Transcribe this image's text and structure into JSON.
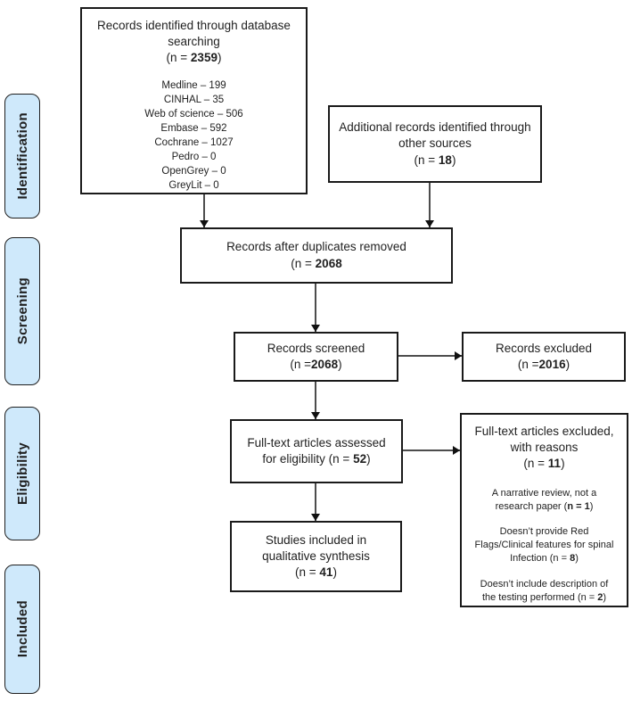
{
  "sidebar": {
    "stages": [
      {
        "label": "Identification"
      },
      {
        "label": "Screening"
      },
      {
        "label": "Eligibility"
      },
      {
        "label": "Included"
      }
    ]
  },
  "boxes": {
    "database": {
      "title": "Records identified through database searching",
      "n_pre": "(n = ",
      "n_value": "2359",
      "n_post": ")",
      "sources": [
        "Medline – 199",
        "CINHAL – 35",
        "Web of science – 506",
        "Embase – 592",
        "Cochrane – 1027",
        "Pedro – 0",
        "OpenGrey – 0",
        "GreyLit – 0"
      ]
    },
    "additional": {
      "title": "Additional records identified through other sources",
      "n_pre": "(n = ",
      "n_value": "18",
      "n_post": ")"
    },
    "duplicates": {
      "title": "Records after duplicates removed",
      "n_pre": "(n = ",
      "n_value": "2068",
      "n_post": ""
    },
    "screened": {
      "title": "Records screened",
      "n_pre": "(n =",
      "n_value": "2068",
      "n_post": ")"
    },
    "excluded": {
      "title": "Records excluded",
      "n_pre": "(n =",
      "n_value": "2016",
      "n_post": ")"
    },
    "fulltext": {
      "title_pre": "Full-text articles assessed for eligibility (n = ",
      "n_value": "52",
      "n_post": ")"
    },
    "fulltext_excluded": {
      "title": "Full-text articles excluded, with reasons",
      "n_pre": "(n = ",
      "n_value": "11",
      "n_post": ")",
      "reasons": [
        {
          "pre": "A narrative review, not a research paper (",
          "bold": "n = 1",
          "post": ")"
        },
        {
          "pre": "Doesn’t provide Red Flags/Clinical features for spinal Infection (n = ",
          "bold": "8",
          "post": ")"
        },
        {
          "pre": "Doesn’t include description of the testing performed (n = ",
          "bold": "2",
          "post": ")"
        }
      ]
    },
    "included": {
      "title": "Studies included in qualitative synthesis",
      "n_pre": "(n = ",
      "n_value": "41",
      "n_post": ")"
    }
  },
  "colors": {
    "stage_fill": "#cfe9fb",
    "box_border": "#1a1a1a",
    "arrow_line": "#4d4d4d",
    "arrow_head": "#111111"
  }
}
